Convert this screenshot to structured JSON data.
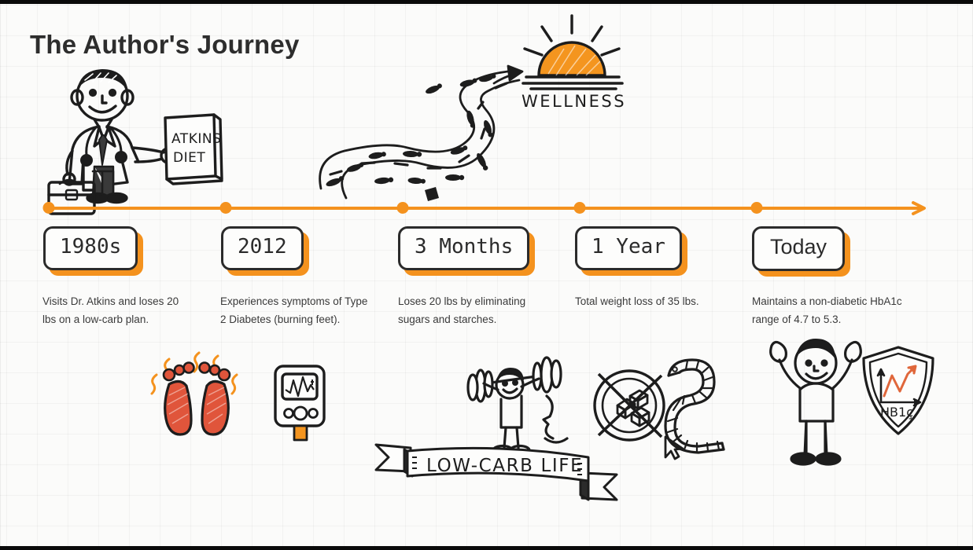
{
  "page": {
    "title": "The Author's Journey",
    "accent_color": "#F4921E",
    "ink_color": "#2b2b2b",
    "feet_color": "#E0553B",
    "background": "grid-paper"
  },
  "timeline": {
    "axis_label": "journey-timeline",
    "arrow_direction": "right",
    "milestones": [
      {
        "label": "1980s",
        "label_style": "mono",
        "description": "Visits Dr. Atkins and loses 20 lbs on a low-carb plan."
      },
      {
        "label": "2012",
        "label_style": "mono",
        "description": "Experiences symptoms of Type 2 Diabetes (burning feet)."
      },
      {
        "label": "3 Months",
        "label_style": "mono",
        "description": "Loses 20 lbs by eliminating sugars and starches."
      },
      {
        "label": "1 Year",
        "label_style": "mono",
        "description": "Total weight loss of 35 lbs."
      },
      {
        "label": "Today",
        "label_style": "sans",
        "description": "Maintains a non-diabetic HbA1c range of 4.7 to 5.3."
      }
    ]
  },
  "illustrations": {
    "doctor": {
      "name": "doctor-with-atkins-book",
      "book_line1": "ATKINS",
      "book_line2": "DIET"
    },
    "path": {
      "name": "winding-footprint-road"
    },
    "sunrise": {
      "name": "sunrise-wellness",
      "caption": "WELLNESS"
    },
    "burning_feet": {
      "name": "burning-feet-symptom"
    },
    "glucose_meter": {
      "name": "glucose-meter"
    },
    "weightlifter": {
      "name": "weightlifter"
    },
    "no_sugar": {
      "name": "no-sugar-symbol"
    },
    "measuring_tape": {
      "name": "measuring-tape"
    },
    "cursor": {
      "name": "cursor-arrow"
    },
    "banner": {
      "name": "low-carb-life-banner",
      "text": "LOW-CARB LIFE"
    },
    "celebration": {
      "name": "celebrating-person"
    },
    "shield": {
      "name": "hba1c-shield",
      "label": "HB1ç"
    }
  }
}
